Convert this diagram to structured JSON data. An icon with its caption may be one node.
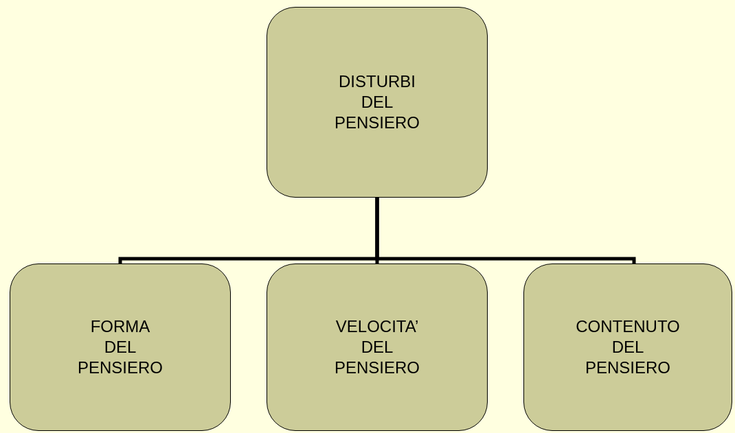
{
  "diagram": {
    "nodes": [
      {
        "text": [
          "DISTURBI DEL PENSIERO"
        ]
      },
      {
        "text": [
          "FORMA DEL PENSIERO"
        ]
      },
      {
        "text": [
          "VELOCITA’ DEL PENSIERO"
        ]
      },
      {
        "text": [
          "CONTENUTO DEL PENSIERO"
        ]
      }
    ],
    "edges": [
      {
        "from": 0,
        "to": 1,
        "arrow": "none"
      },
      {
        "from": 0,
        "to": 2,
        "arrow": "none"
      },
      {
        "from": 0,
        "to": 3,
        "arrow": "none"
      }
    ]
  }
}
